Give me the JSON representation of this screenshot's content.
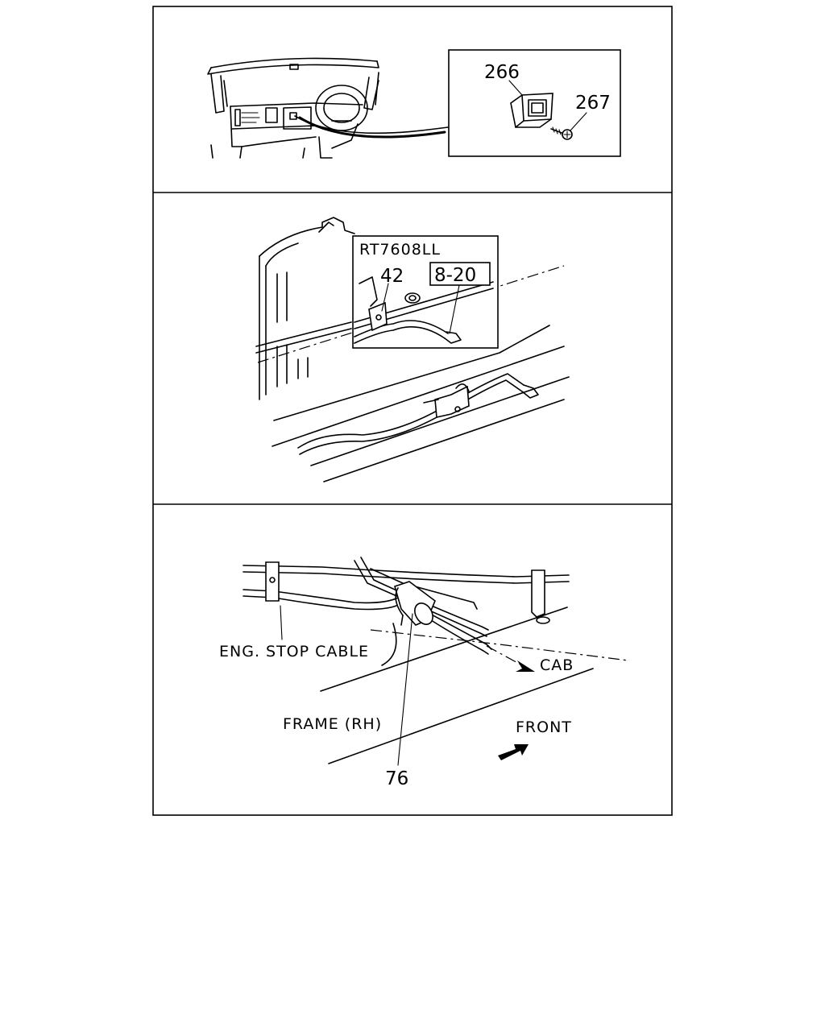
{
  "panel1": {
    "callouts": {
      "part_266": "266",
      "part_267": "267"
    }
  },
  "panel2": {
    "detail": {
      "ref": "RT7608LL",
      "part_42": "42",
      "ref_box": "8-20"
    }
  },
  "panel3": {
    "eng_stop_cable": "ENG. STOP CABLE",
    "cab": "CAB",
    "frame_rh": "FRAME (RH)",
    "front": "FRONT",
    "part_76": "76"
  }
}
